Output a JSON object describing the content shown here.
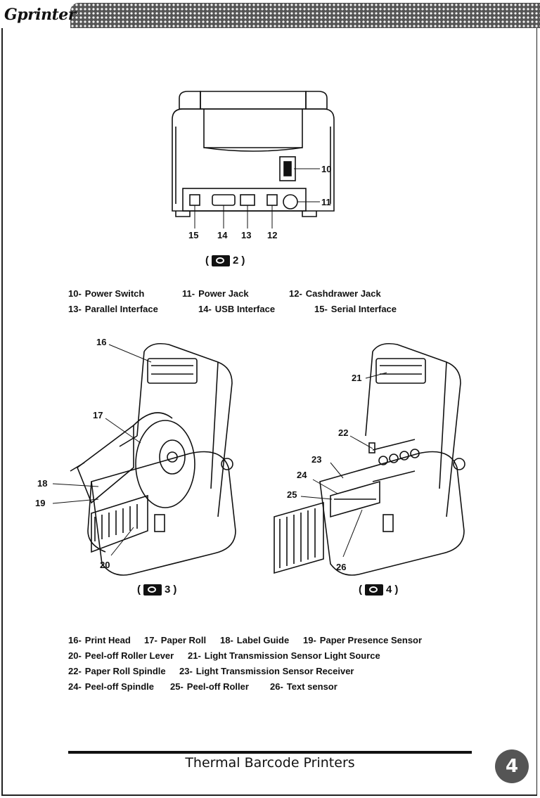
{
  "header": {
    "logo": "Gprinter"
  },
  "figure2": {
    "callouts": [
      "10",
      "11",
      "15",
      "14",
      "13",
      "12"
    ],
    "caption": {
      "open": "(",
      "num": "2",
      "close": ")"
    },
    "legend_rows": [
      [
        {
          "num": "10-",
          "label": "Power Switch"
        },
        {
          "num": "11-",
          "label": "Power Jack"
        },
        {
          "num": "12-",
          "label": "Cashdrawer Jack"
        }
      ],
      [
        {
          "num": "13-",
          "label": "Parallel Interface"
        },
        {
          "num": "14-",
          "label": "USB Interface"
        },
        {
          "num": "15-",
          "label": "Serial Interface"
        }
      ]
    ]
  },
  "figure3": {
    "callouts": [
      "16",
      "17",
      "18",
      "19",
      "20"
    ],
    "caption": {
      "open": "(",
      "num": "3",
      "close": ")"
    }
  },
  "figure4": {
    "callouts": [
      "21",
      "22",
      "23",
      "24",
      "25",
      "26"
    ],
    "caption": {
      "open": "(",
      "num": "4",
      "close": ")"
    }
  },
  "parts_legend": [
    [
      {
        "num": "16-",
        "label": "Print Head"
      },
      {
        "num": "17-",
        "label": "Paper Roll"
      },
      {
        "num": "18-",
        "label": "Label Guide"
      },
      {
        "num": "19-",
        "label": "Paper Presence Sensor"
      }
    ],
    [
      {
        "num": "20-",
        "label": "Peel-off Roller Lever"
      },
      {
        "num": "21-",
        "label": "Light Transmission Sensor Light Source"
      }
    ],
    [
      {
        "num": "22-",
        "label": "Paper Roll Spindle"
      },
      {
        "num": "23-",
        "label": "Light Transmission Sensor Receiver"
      }
    ],
    [
      {
        "num": "24-",
        "label": "Peel-off Spindle"
      },
      {
        "num": "25-",
        "label": "Peel-off Roller"
      },
      {
        "num": "26-",
        "label": "Text  sensor"
      }
    ]
  ],
  "footer": {
    "title": "Thermal Barcode Printers",
    "page_number": "4"
  }
}
